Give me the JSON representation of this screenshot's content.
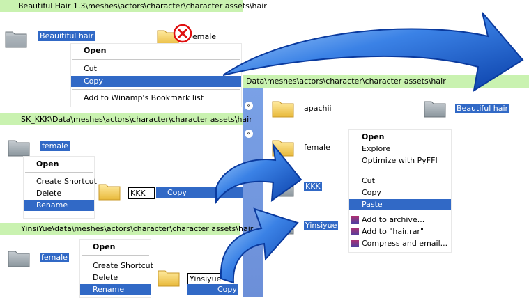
{
  "win1": {
    "address": "Beautiful Hair 1.3\\meshes\\actors\\character\\character assets\\hair",
    "folder1_label": "Beauitiful hair",
    "folder2_label": "emale",
    "menu": [
      "Open",
      "Cut",
      "Copy",
      "Add to Winamp's Bookmark list"
    ]
  },
  "win2": {
    "address": "SK_KKK\\Data\\meshes\\actors\\character\\character assets\\hair",
    "folder_label": "female",
    "menu": [
      "Open",
      "Create Shortcut",
      "Delete",
      "Rename"
    ],
    "rename_value": "KKK",
    "copy_label": "Copy"
  },
  "win3": {
    "address": "YinsiYue\\data\\meshes\\actors\\character\\character assets\\hair",
    "folder_label": "female",
    "menu": [
      "Open",
      "Create Shortcut",
      "Delete",
      "Rename"
    ],
    "rename_value": "Yinsiyue",
    "copy_label": "Copy"
  },
  "win4": {
    "address": "Data\\meshes\\actors\\character\\character assets\\hair",
    "folders": [
      "apachii",
      "female",
      "KKK",
      "Yinsiyue"
    ],
    "right_folder": "Beautiful hair",
    "menu": [
      "Open",
      "Explore",
      "Optimize with PyFFI",
      "Cut",
      "Copy",
      "Paste",
      "Add to archive...",
      "Add to \"hair.rar\"",
      "Compress and email..."
    ]
  },
  "colors": {
    "address_bg": "#c9f2b0",
    "selection": "#3169c6",
    "arrow": "#2a6ad8"
  }
}
